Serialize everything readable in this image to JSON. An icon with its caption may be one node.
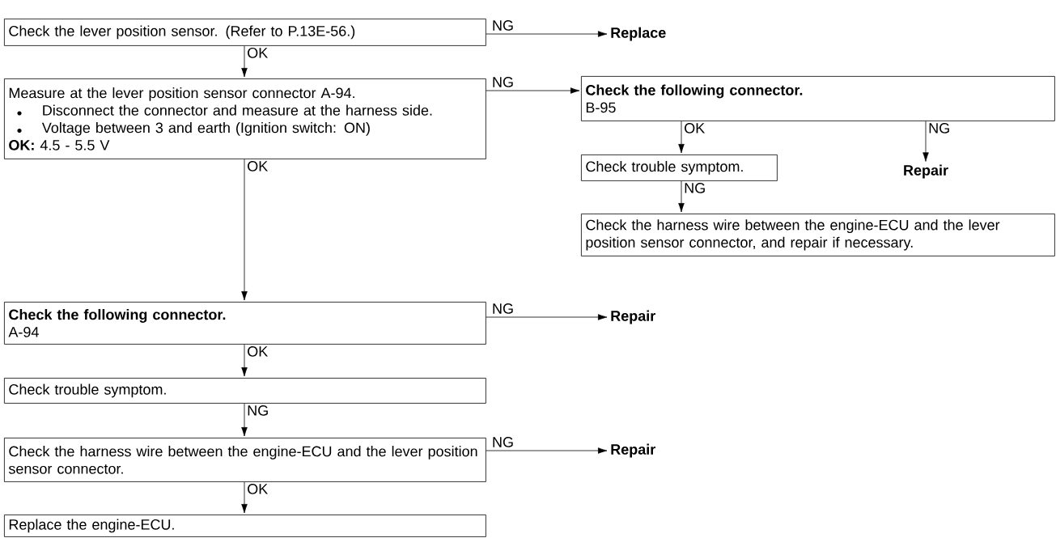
{
  "diagram": {
    "nodes": [
      {
        "text": [
          "Check the lever position sensor. (Refer to P.13E-56.)"
        ]
      },
      {
        "text": [
          "Replace"
        ]
      },
      {
        "text": [
          "Measure at the lever position sensor connector A-94.",
          "Disconnect the connector and measure at the harness side.",
          "Voltage between 3 and earth (Ignition switch: ON)",
          "**OK:**  4.5 - 5.5 V"
        ]
      },
      {
        "text": [
          "Check the following connector.",
          "B-95"
        ]
      },
      {
        "text": [
          "Check trouble symptom."
        ]
      },
      {
        "text": [
          "Repair"
        ]
      },
      {
        "text": [
          "Check the harness wire between the engine-ECU and the lever position sensor connector, and repair if necessary."
        ]
      },
      {
        "text": [
          "Check the following connector.",
          "A-94"
        ]
      },
      {
        "text": [
          "Repair"
        ]
      },
      {
        "text": [
          "Check trouble symptom."
        ]
      },
      {
        "text": [
          "Check the harness wire between the engine-ECU and the lever position sensor connector."
        ]
      },
      {
        "text": [
          "Repair"
        ]
      },
      {
        "text": [
          "Replace the engine-ECU."
        ]
      }
    ],
    "edges": [
      {
        "from": 0,
        "to": 1,
        "arrow": "to",
        "label": "NG"
      },
      {
        "from": 0,
        "to": 2,
        "arrow": "to",
        "label": "OK"
      },
      {
        "from": 2,
        "to": 3,
        "arrow": "to",
        "label": "NG"
      },
      {
        "from": 2,
        "to": 7,
        "arrow": "to",
        "label": "OK"
      },
      {
        "from": 3,
        "to": 4,
        "arrow": "to",
        "label": "OK"
      },
      {
        "from": 3,
        "to": 5,
        "arrow": "to",
        "label": "NG"
      },
      {
        "from": 4,
        "to": 6,
        "arrow": "to",
        "label": "NG"
      },
      {
        "from": 7,
        "to": 8,
        "arrow": "to",
        "label": "NG"
      },
      {
        "from": 7,
        "to": 9,
        "arrow": "to",
        "label": "OK"
      },
      {
        "from": 9,
        "to": 10,
        "arrow": "to",
        "label": "NG"
      },
      {
        "from": 10,
        "to": 11,
        "arrow": "to",
        "label": "NG"
      },
      {
        "from": 10,
        "to": 12,
        "arrow": "to",
        "label": "OK"
      }
    ]
  }
}
